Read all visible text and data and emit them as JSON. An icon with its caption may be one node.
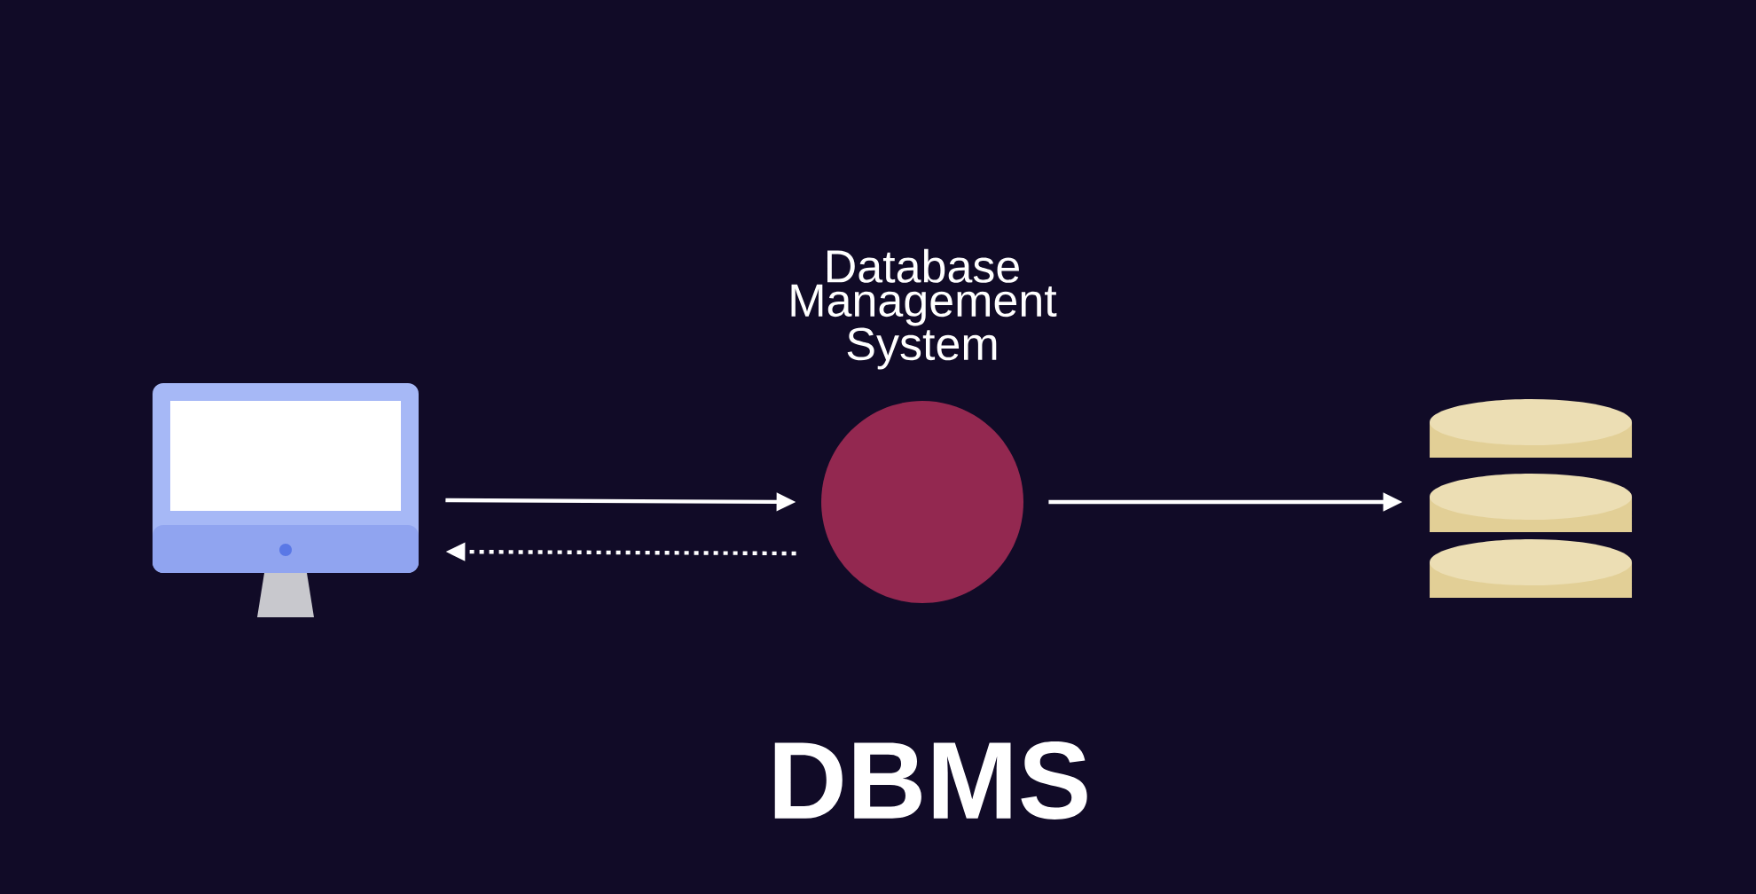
{
  "diagram": {
    "title": "DBMS",
    "nodes": [
      {
        "text": [],
        "shape": "computer"
      },
      {
        "text": [
          "Database Management System"
        ]
      },
      {
        "text": [],
        "shape": "cylinder"
      }
    ],
    "edges": [
      {
        "from": 0,
        "to": 1,
        "arrow": "to"
      },
      {
        "from": 1,
        "to": 0,
        "arrow": "to",
        "style": "dashed"
      },
      {
        "from": 1,
        "to": 2,
        "arrow": "to"
      }
    ]
  }
}
